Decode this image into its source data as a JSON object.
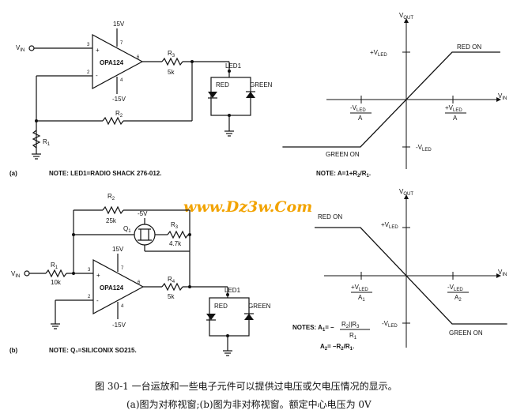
{
  "figure": {
    "caption_line1": "图 30-1   一台运放和一些电子元件可以提供过电压或欠电压情况的显示。",
    "caption_line2": "(a)图为对称视窗;(b)图为非对称视窗。额定中心电压为 0V",
    "watermark": "www.Dz3w.Com"
  },
  "circuit_a": {
    "panel": "(a)",
    "vin": "V",
    "vin_sub": "IN",
    "opamp": "OPA124",
    "pin3": "3",
    "pin2": "2",
    "pin6": "6",
    "pin7": "7",
    "pin4": "4",
    "plus": "+",
    "minus": "-",
    "vpos": "15V",
    "vneg": "-15V",
    "r3": "R",
    "r3_sub": "3",
    "r3_val": "5k",
    "led": "LED1",
    "red": "RED",
    "green": "GREEN",
    "r2": "R",
    "r2_sub": "2",
    "r1": "R",
    "r1_sub": "1",
    "note": "NOTE: LED1=RADIO SHACK 276-012."
  },
  "circuit_b": {
    "panel": "(b)",
    "vin": "V",
    "vin_sub": "IN",
    "opamp": "OPA124",
    "pin3": "3",
    "pin2": "2",
    "pin6": "6",
    "pin7": "7",
    "pin4": "4",
    "vpos": "15V",
    "vneg": "-15V",
    "r2": "R",
    "r2_sub": "2",
    "r2_val": "25k",
    "vq": "-5V",
    "q1": "Q",
    "q1_sub": "1",
    "r3": "R",
    "r3_sub": "3",
    "r3_val": "4.7k",
    "r1": "R",
    "r1_sub": "1",
    "r1_val": "10k",
    "r4": "R",
    "r4_sub": "4",
    "r4_val": "5k",
    "led": "LED1",
    "red": "RED",
    "green": "GREEN",
    "note": "NOTE: Q₁=SILICONIX SO215."
  },
  "chart_data": [
    {
      "type": "line",
      "panel": "a",
      "xlabel": "V",
      "xlabel_sub": "IN",
      "ylabel": "V",
      "ylabel_sub": "OUT",
      "x_ticks": [
        "-V_LED / A",
        "+V_LED / A"
      ],
      "y_ticks": [
        "+V_LED",
        "-V_LED"
      ],
      "labels": {
        "top": "RED ON",
        "bottom": "GREEN ON",
        "xneg_num": "-V",
        "xneg_sub": "LED",
        "xneg_den": "A",
        "xpos_num": "+V",
        "xpos_sub": "LED",
        "xpos_den": "A",
        "ypos": "+V",
        "ypos_sub": "LED",
        "yneg": "-V",
        "yneg_sub": "LED",
        "note": "NOTE: A=1+R",
        "note_sub1": "2",
        "note_tail": "/R",
        "note_sub2": "1",
        "note_end": "."
      },
      "x": [
        -2,
        -1,
        1,
        2
      ],
      "y": [
        -1,
        -1,
        1,
        1
      ]
    },
    {
      "type": "line",
      "panel": "b",
      "xlabel": "V",
      "xlabel_sub": "IN",
      "ylabel": "V",
      "ylabel_sub": "OUT",
      "x_ticks": [
        "+V_LED / A1",
        "-V_LED / A2"
      ],
      "y_ticks": [
        "+V_LED",
        "-V_LED"
      ],
      "labels": {
        "top": "RED ON",
        "bottom": "GREEN ON",
        "xneg_num": "+V",
        "xneg_sub": "LED",
        "xneg_den": "A",
        "xneg_den_sub": "1",
        "xpos_num": "-V",
        "xpos_sub": "LED",
        "xpos_den": "A",
        "xpos_den_sub": "2",
        "ypos": "+V",
        "ypos_sub": "LED",
        "yneg": "-V",
        "yneg_sub": "LED",
        "note1": "NOTES: A",
        "note1_sub": "1",
        "note1_eq": "= –",
        "note1_frac_num": "R",
        "note1_frac_num_sub": "2",
        "note1_frac_mid": "||R",
        "note1_frac_num_sub2": "3",
        "note1_frac_den": "R",
        "note1_frac_den_sub": "1",
        "note2": "A",
        "note2_sub": "2",
        "note2_eq": "= –R",
        "note2_sub2": "2",
        "note2_tail": "/R",
        "note2_sub3": "1",
        "note2_end": "."
      },
      "x": [
        -2,
        -1,
        1,
        2
      ],
      "y": [
        1,
        1,
        -1,
        -1
      ]
    }
  ]
}
